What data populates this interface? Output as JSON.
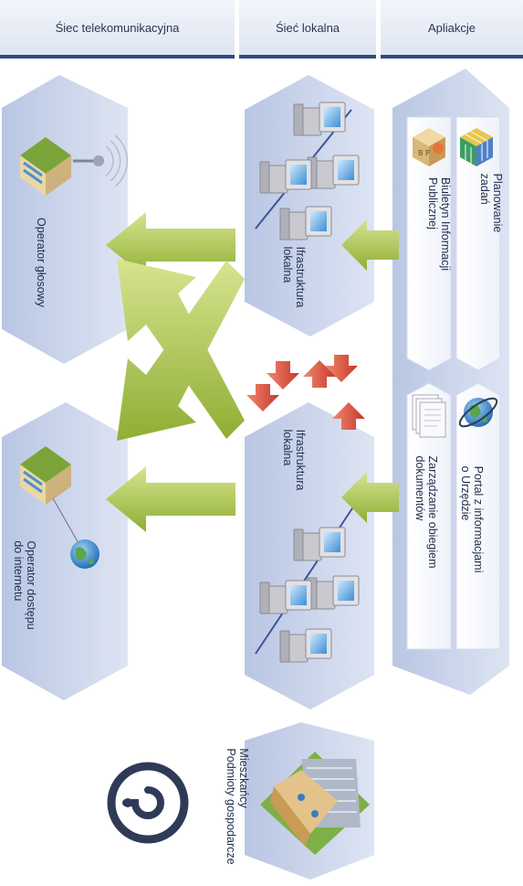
{
  "columns": {
    "telecom": "Śiec telekomunikacyjna",
    "local": "Śieć lokalna",
    "apps": "Apliakcje"
  },
  "apps": {
    "planning": "Planowanie\nzadań",
    "bulletin": "Biuletyn Informacji\nPublicznej",
    "portal": "Portal z informacjami\no Urzędzie",
    "docs": "Zarządzanie obiegiem\ndokumentów",
    "bip_icon_letters": "B P"
  },
  "local": {
    "infra_top": "Ifrastruktura\nlokalna",
    "infra_bottom": "Ifrastruktura\nlokalna"
  },
  "telecom": {
    "voice": "Operator głosowy",
    "internet": "Operator dostępu\ndo internetu"
  },
  "users": {
    "label": "Mieszkańcy\nPodmioty gospodarcze"
  },
  "colors": {
    "panel": "#c9d3ea",
    "header_line": "#2e4a7e",
    "arrow_green": "#a6c24a",
    "arrow_red": "#e25b42",
    "question_ring": "#2f3b56"
  }
}
